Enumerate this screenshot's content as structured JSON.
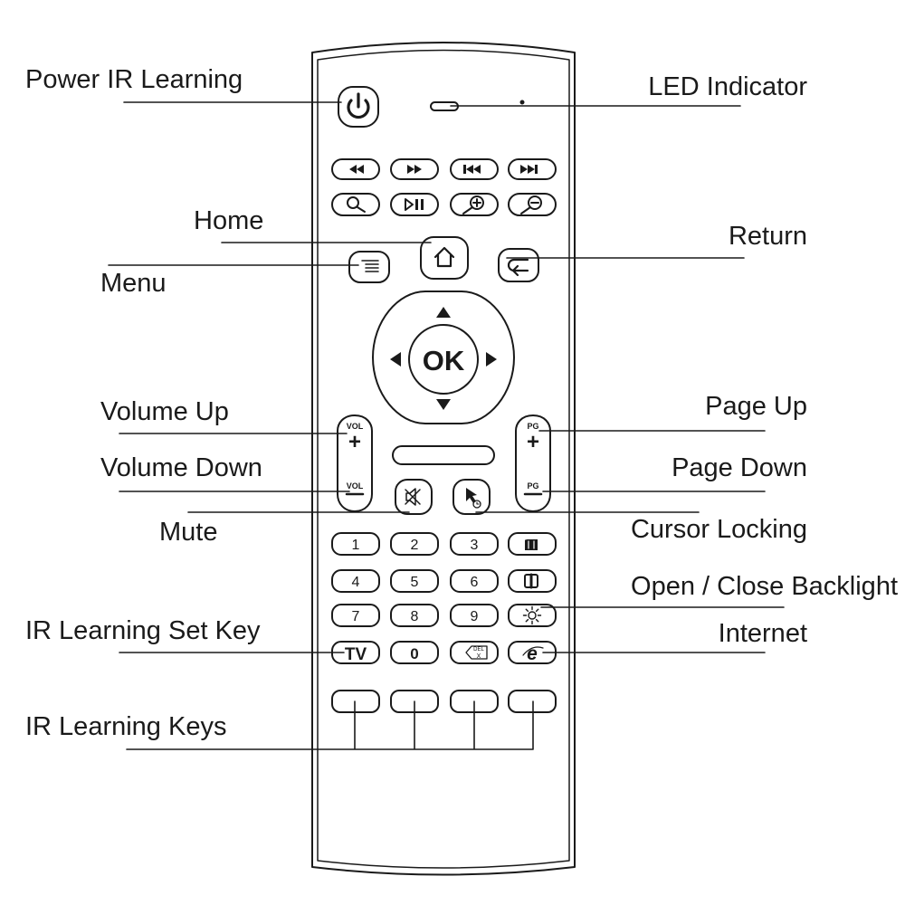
{
  "labels": {
    "power_ir_learning": "Power IR Learning",
    "led_indicator": "LED Indicator",
    "home": "Home",
    "return": "Return",
    "menu": "Menu",
    "volume_up": "Volume Up",
    "page_up": "Page Up",
    "volume_down": "Volume Down",
    "page_down": "Page Down",
    "mute": "Mute",
    "cursor_locking": "Cursor Locking",
    "open_close_backlight": "Open / Close Backlight",
    "ir_learning_set_key": "IR Learning Set Key",
    "internet": "Internet",
    "ir_learning_keys": "IR Learning Keys"
  },
  "remote": {
    "ok": "OK",
    "vol": "VOL",
    "pg": "PG",
    "plus": "+",
    "minus": "–",
    "tv": "TV",
    "del_top": "DEL",
    "del_bottom": "X",
    "number_rows": [
      [
        "1",
        "2",
        "3"
      ],
      [
        "4",
        "5",
        "6"
      ],
      [
        "7",
        "8",
        "9"
      ]
    ],
    "zero": "0"
  },
  "icons": {
    "power": "power-icon",
    "rewind": "rewind-icon",
    "fast_forward": "fast-forward-icon",
    "previous": "skip-previous-icon",
    "next": "skip-next-icon",
    "search": "search-icon",
    "play_pause": "play-pause-icon",
    "zoom_in": "zoom-in-icon",
    "zoom_out": "zoom-out-icon",
    "home": "home-icon",
    "menu": "menu-icon",
    "back": "return-icon",
    "mute": "mute-icon",
    "cursor": "cursor-lock-icon",
    "film": "film-icon",
    "window": "window-icon",
    "backlight": "backlight-sun-icon",
    "internet": "internet-e-icon"
  },
  "colors": {
    "line": "#1a1a1a",
    "background": "#ffffff"
  }
}
